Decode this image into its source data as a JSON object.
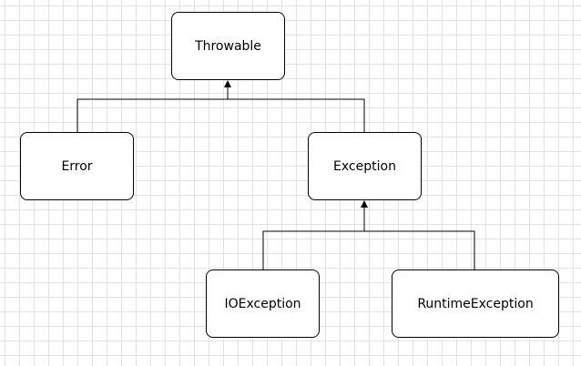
{
  "diagram": {
    "type": "class-hierarchy",
    "nodes": {
      "throwable": "Throwable",
      "error": "Error",
      "exception": "Exception",
      "ioexception": "IOException",
      "runtimeexception": "RuntimeException"
    },
    "edges": [
      {
        "from": "error",
        "to": "throwable"
      },
      {
        "from": "exception",
        "to": "throwable"
      },
      {
        "from": "ioexception",
        "to": "exception"
      },
      {
        "from": "runtimeexception",
        "to": "exception"
      }
    ],
    "colors": {
      "line": "#000000",
      "grid": "#e2e2e2",
      "background": "#ffffff"
    }
  }
}
